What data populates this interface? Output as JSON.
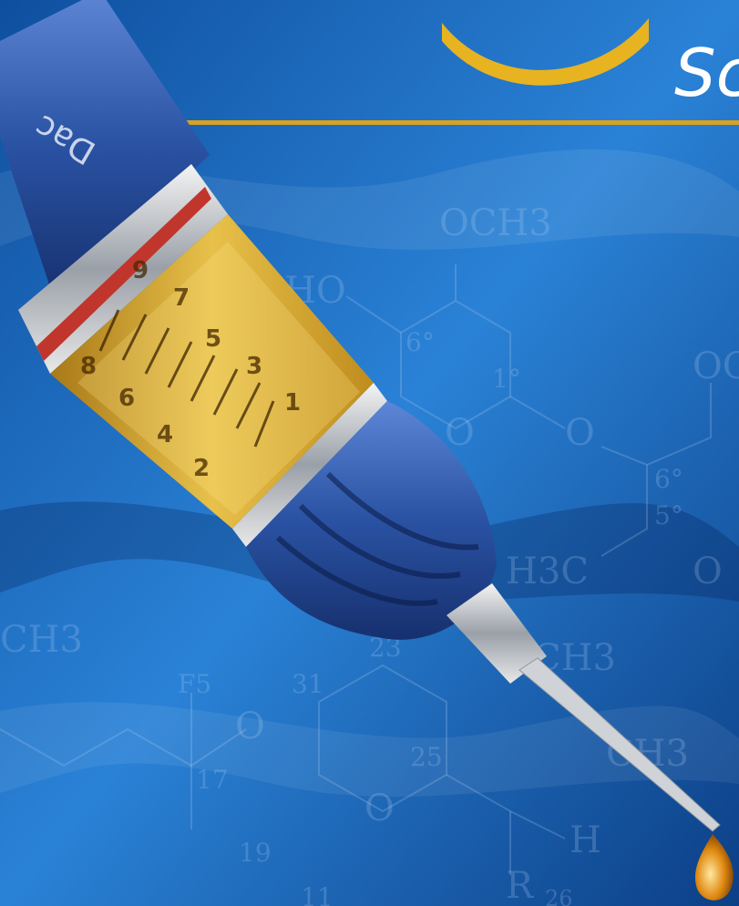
{
  "title_fragment": "Sc",
  "syringe_logo": "Dac",
  "scale_numbers": [
    "9",
    "7",
    "5",
    "3",
    "1",
    "8",
    "6",
    "4",
    "2"
  ],
  "chemistry_labels": [
    "OCH3",
    "HO",
    "6°",
    "1°",
    "O",
    "O",
    "OC",
    "6°",
    "5°",
    "H3C",
    "O",
    "CH3",
    "F5",
    "31",
    "O",
    "23",
    "CH3",
    "17",
    "25",
    "O",
    "19",
    "11",
    "CH3",
    "H",
    "R",
    "26"
  ],
  "colors": {
    "background": "#165aa8",
    "gold": "#e7b321",
    "syringe_blue": "#2a52a3",
    "oil": "#e0a621"
  }
}
